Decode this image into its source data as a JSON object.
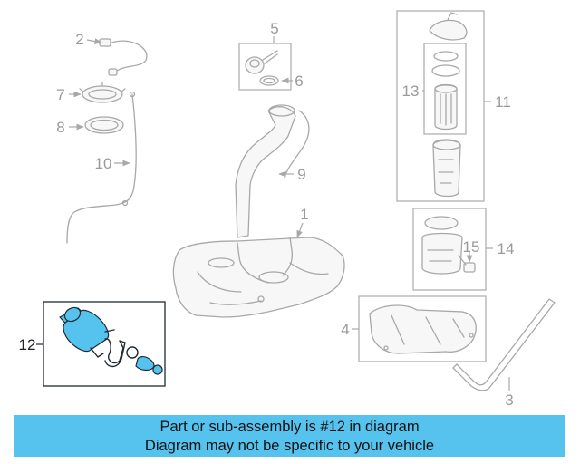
{
  "colors": {
    "banner": "#56c2ee",
    "highlight_part": "#56c2ee",
    "line_gray": "#a8a8a8",
    "text_dark": "#111111"
  },
  "callouts": [
    {
      "id": "1",
      "text": "1"
    },
    {
      "id": "2",
      "text": "2"
    },
    {
      "id": "3",
      "text": "3"
    },
    {
      "id": "4",
      "text": "4"
    },
    {
      "id": "5",
      "text": "5"
    },
    {
      "id": "6",
      "text": "6"
    },
    {
      "id": "7",
      "text": "7"
    },
    {
      "id": "8",
      "text": "8"
    },
    {
      "id": "9",
      "text": "9"
    },
    {
      "id": "10",
      "text": "10"
    },
    {
      "id": "11",
      "text": "11"
    },
    {
      "id": "12",
      "text": "12"
    },
    {
      "id": "13",
      "text": "13"
    },
    {
      "id": "14",
      "text": "14"
    },
    {
      "id": "15",
      "text": "15"
    }
  ],
  "highlighted_part": "12",
  "banner": {
    "line1": "Part or sub-assembly is #12 in diagram",
    "line2": "Diagram may not be specific to your vehicle"
  }
}
